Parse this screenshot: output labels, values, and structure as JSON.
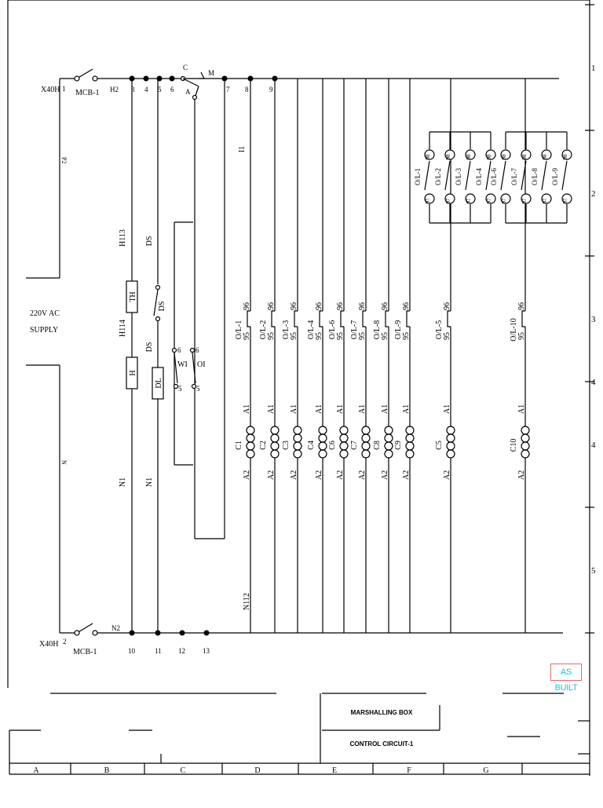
{
  "title_block": {
    "project": "MARSHALLING BOX",
    "sheet_title": "CONTROL CIRCUIT-1",
    "stamp": "AS BUILT"
  },
  "grid": {
    "row_numbers": [
      "1",
      "2",
      "3",
      "4",
      "4",
      "5"
    ],
    "column_letters": [
      "A",
      "B",
      "C",
      "D",
      "E",
      "F",
      "G"
    ]
  },
  "supply": {
    "label_line1": "220V AC",
    "label_line2": "SUPPLY",
    "phase_terminal": "X40H",
    "neutral_terminal": "X40H",
    "phase_mcb": "MCB-1",
    "neutral_mcb": "MCB-1",
    "phase_pin": "1",
    "neutral_pin": "2",
    "phase_wire": "P2",
    "neutral_wire": "N",
    "h2": "H2",
    "n2": "N2"
  },
  "nodes": {
    "top": [
      "3",
      "4",
      "5",
      "6",
      "7",
      "8",
      "9"
    ],
    "bottom": [
      "10",
      "11",
      "12",
      "13"
    ]
  },
  "selector": {
    "c": "C",
    "a": "A",
    "m": "M"
  },
  "wires": {
    "h113": "H113",
    "h114": "H114",
    "n1a": "N1",
    "n1b": "N1",
    "ds_top": "DS",
    "ds_mid": "DS",
    "ds_low": "DS",
    "i1": "I1",
    "n112": "N112"
  },
  "devices": {
    "th": "TH",
    "h": "H",
    "dl": "DL",
    "wi": "WI",
    "oi": "OI",
    "pin6a": "6",
    "pin6b": "6",
    "pin5a": "5",
    "pin5b": "5"
  },
  "overloads": {
    "labels": [
      "O/L-1",
      "O/L-2",
      "O/L-3",
      "O/L-4",
      "O/L-6",
      "O/L-7",
      "O/L-8",
      "O/L-9",
      "O/L-5",
      "O/L-10"
    ],
    "pin_a": "95",
    "pin_b": "96"
  },
  "aux_contacts": {
    "labels": [
      "O/L-1",
      "O/L-2",
      "O/L-3",
      "O/L-4",
      "O/L-6",
      "O/L-7",
      "O/L-8",
      "O/L-9"
    ],
    "pin_top": "98",
    "pin_bottom": "97"
  },
  "coils": {
    "labels": [
      "C1",
      "C2",
      "C3",
      "C4",
      "C6",
      "C7",
      "C8",
      "C9",
      "C5",
      "C10"
    ],
    "pin_a1": "A1",
    "pin_a2": "A2"
  }
}
